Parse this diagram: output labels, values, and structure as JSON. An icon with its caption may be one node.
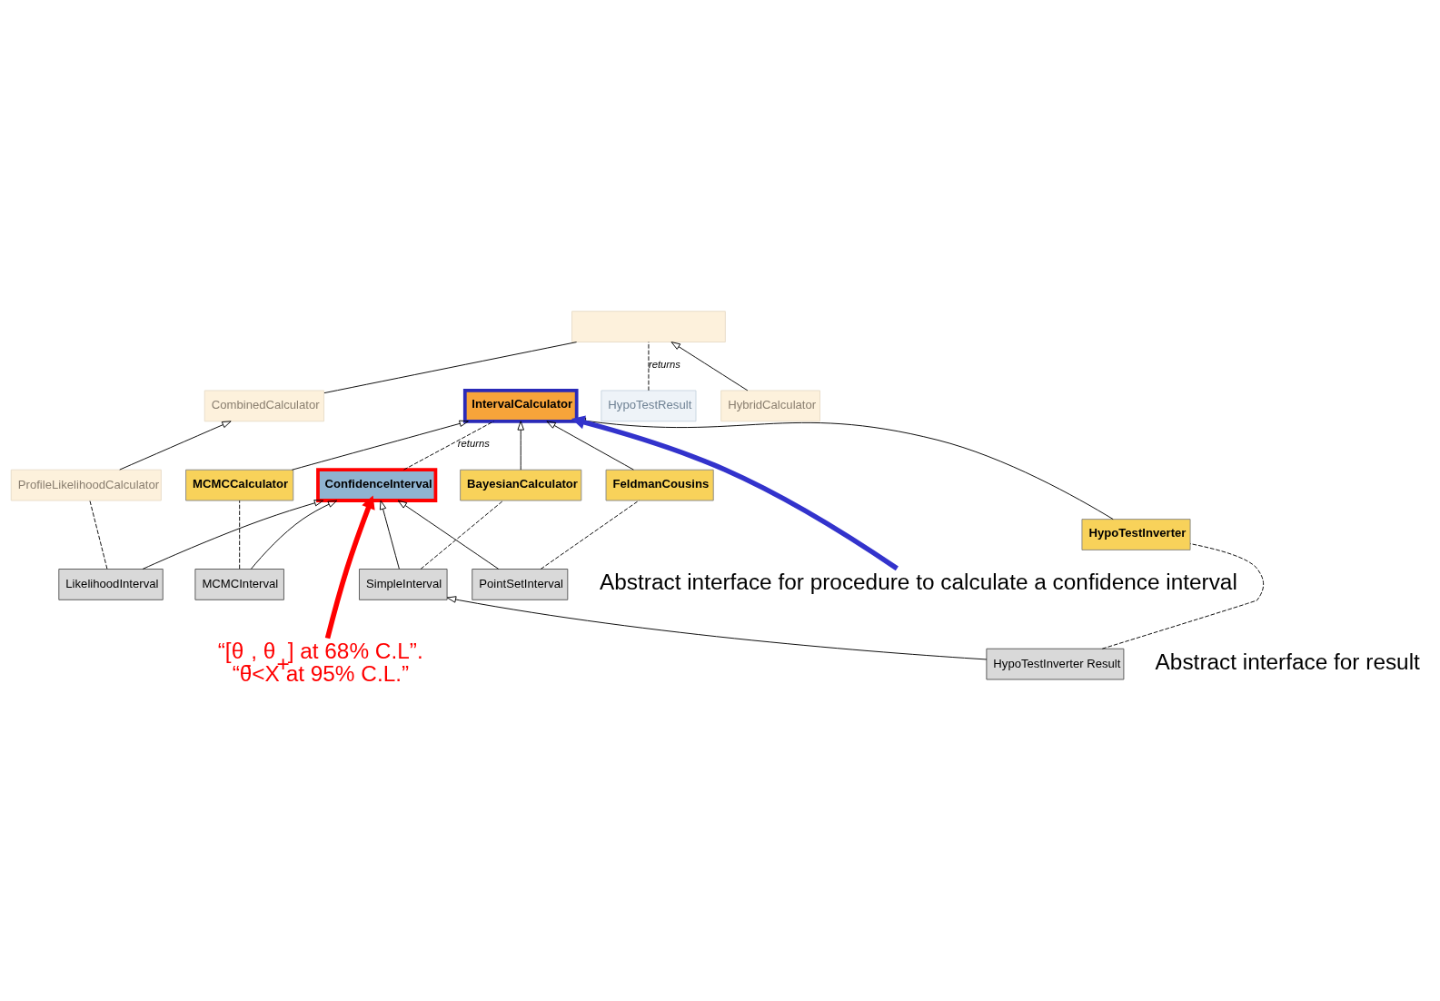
{
  "diagram": {
    "nodes": [
      {
        "text": [
          "IntervalCalculator"
        ]
      },
      {
        "text": [
          "ConfidenceInterval"
        ]
      },
      {
        "text": [
          "LikelihoodInterval"
        ]
      },
      {
        "text": [
          "PointSetInterval"
        ]
      },
      {
        "text": [
          "MCMCInterval"
        ]
      },
      {
        "text": [
          "SimpleInterval"
        ]
      },
      {
        "text": [
          "HypoTestInverter Result"
        ]
      },
      {
        "text": [
          "FeldmanCousins"
        ]
      },
      {
        "text": [
          "MCMCCalculator"
        ]
      },
      {
        "text": [
          "BayesianCalculator"
        ]
      },
      {
        "text": [
          "HypoTestInverter"
        ]
      },
      {
        "text": [],
        "shape": "box"
      },
      {
        "text": [
          "CombinedCalculator"
        ]
      },
      {
        "text": [
          "HypoTestResult"
        ]
      },
      {
        "text": [
          "ProfileLikelihoodCalculator"
        ]
      },
      {
        "text": [
          "HybridCalculator"
        ]
      },
      {
        "text": [
          "Abstract interface for procedure to calculate a confidence interval"
        ]
      },
      {
        "text": [
          "Abstract interface for result"
        ]
      },
      {
        "text": [
          "“[θ$_{-}$, θ$_{+}$] at 68% C.L”.",
          "“θ<X at 95% C.L.”"
        ]
      }
    ],
    "edges": [
      {
        "from": 1,
        "to": 0,
        "arrow": "none",
        "label": "returns",
        "style": "dashed"
      },
      {
        "from": 2,
        "to": 1,
        "arrow": "to"
      },
      {
        "from": 3,
        "to": 1,
        "arrow": "to"
      },
      {
        "from": 4,
        "to": 1,
        "arrow": "to"
      },
      {
        "from": 5,
        "to": 1,
        "arrow": "to"
      },
      {
        "from": 6,
        "to": 5,
        "arrow": "to"
      },
      {
        "from": 7,
        "to": 0,
        "arrow": "to"
      },
      {
        "from": 8,
        "to": 0,
        "arrow": "to"
      },
      {
        "from": 9,
        "to": 0,
        "arrow": "to"
      },
      {
        "from": 10,
        "to": 0,
        "arrow": "to"
      },
      {
        "from": 3,
        "to": 7,
        "arrow": "none",
        "style": "dashed"
      },
      {
        "from": 4,
        "to": 8,
        "arrow": "none",
        "style": "dashed"
      },
      {
        "from": 5,
        "to": 9,
        "arrow": "none",
        "style": "dashed"
      },
      {
        "from": 6,
        "to": 10,
        "arrow": "none",
        "style": "dashed"
      },
      {
        "from": 2,
        "to": 14,
        "arrow": "none",
        "style": "dashed"
      },
      {
        "from": 12,
        "to": 11,
        "arrow": "none"
      },
      {
        "from": 14,
        "to": 12,
        "arrow": "to"
      },
      {
        "from": 15,
        "to": 11,
        "arrow": "to"
      },
      {
        "from": 13,
        "to": 11,
        "arrow": "none",
        "label": "returns",
        "style": "dashed"
      },
      {
        "from": 16,
        "to": 0,
        "arrow": "to",
        "style": "thick",
        "color": "#3333cc"
      },
      {
        "from": 18,
        "to": 1,
        "arrow": "to",
        "style": "thick",
        "color": "#ff0000"
      }
    ]
  }
}
